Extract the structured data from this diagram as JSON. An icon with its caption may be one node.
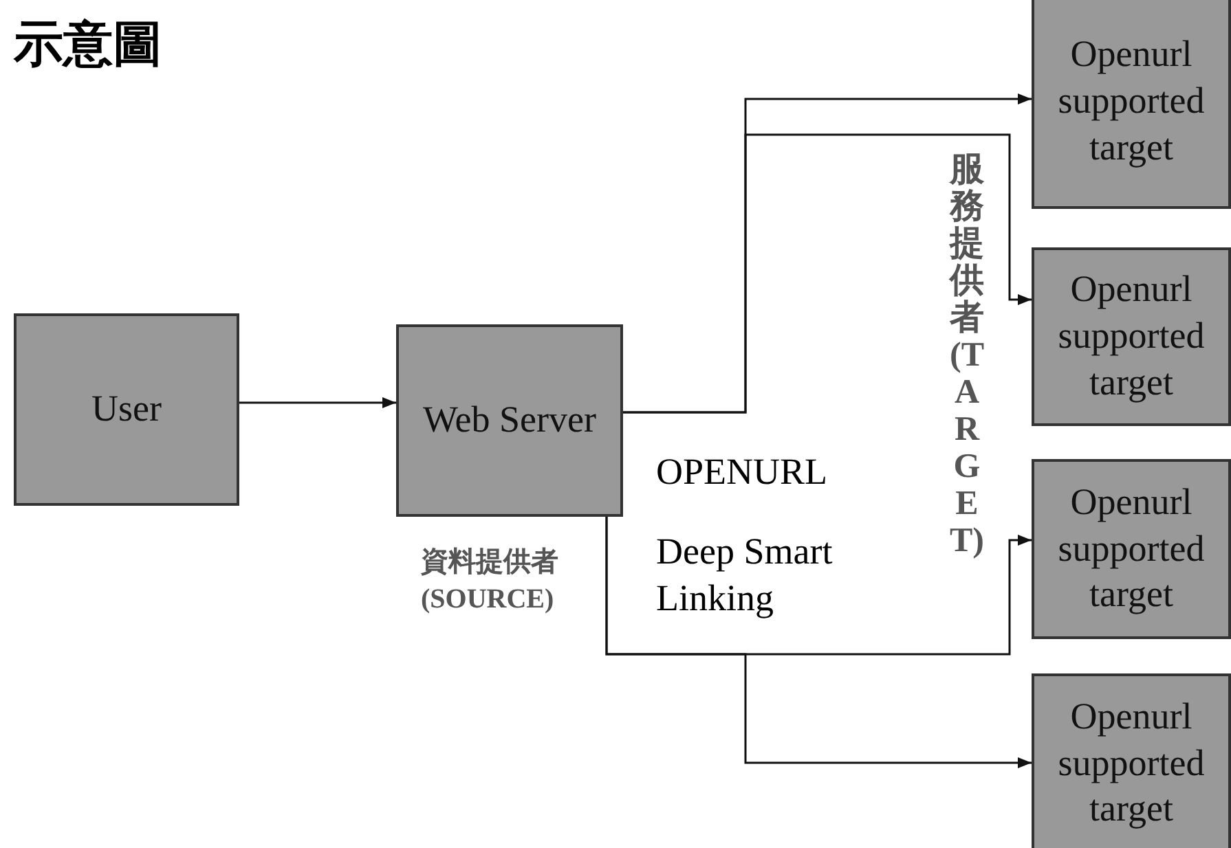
{
  "diagram": {
    "title": "示意圖",
    "nodes": [
      {
        "text": [
          "User"
        ]
      },
      {
        "text": [
          "Web Server"
        ],
        "beside": [
          "資料提供者 (SOURCE)"
        ]
      },
      {
        "text": [
          "Openurl supported target"
        ]
      },
      {
        "text": [
          "Openurl supported target"
        ]
      },
      {
        "text": [
          "Openurl supported target"
        ]
      },
      {
        "text": [
          "Openurl supported target"
        ]
      }
    ],
    "edges": [
      {
        "from": 0,
        "to": 1,
        "arrow": "to"
      },
      {
        "from": 1,
        "to": 2,
        "arrow": "to"
      },
      {
        "from": 1,
        "to": 3,
        "arrow": "to"
      },
      {
        "from": 1,
        "to": 4,
        "arrow": "to"
      },
      {
        "from": 1,
        "to": 5,
        "arrow": "to"
      }
    ],
    "labels": [
      "OPENURL",
      "Deep Smart Linking",
      "服務提供者(TARGET)"
    ]
  }
}
